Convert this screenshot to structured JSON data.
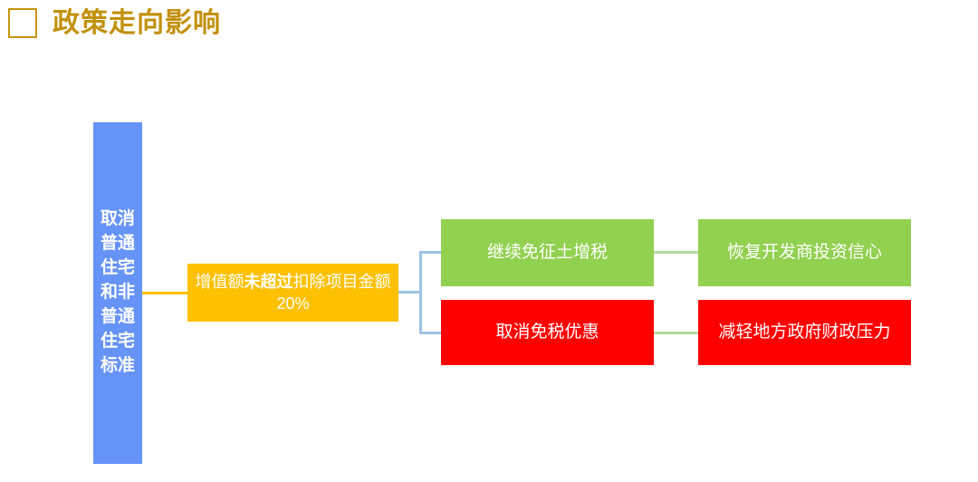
{
  "slide": {
    "title": "政策走向影响",
    "title_marker_icon": "square-outline-icon",
    "accent_color": "#c2910c"
  },
  "diagram": {
    "type": "flowchart",
    "nodes": {
      "root": {
        "label": "取消普通住宅和非普通住宅标准",
        "color": "#6693f8",
        "text_color": "#ffffff"
      },
      "condition": {
        "label_prefix": "增值额",
        "label_emphasis": "未超过",
        "label_suffix": "扣除项目金额20%",
        "color": "#ffc000",
        "text_color": "#ffffff"
      },
      "outcome_positive": {
        "label": "继续免征土增税",
        "color": "#92d050",
        "text_color": "#ffffff"
      },
      "outcome_negative": {
        "label": "取消免税优惠",
        "color": "#ff0000",
        "text_color": "#ffffff"
      },
      "result_positive": {
        "label": "恢复开发商投资信心",
        "color": "#92d050",
        "text_color": "#ffffff"
      },
      "result_negative": {
        "label": "减轻地方政府财政压力",
        "color": "#ff0000",
        "text_color": "#ffffff"
      }
    },
    "connectors": {
      "root_to_condition_color": "#ffc000",
      "condition_branch_color": "#9dc3e6",
      "outcome_to_result_color": "#b5d9a0"
    }
  }
}
